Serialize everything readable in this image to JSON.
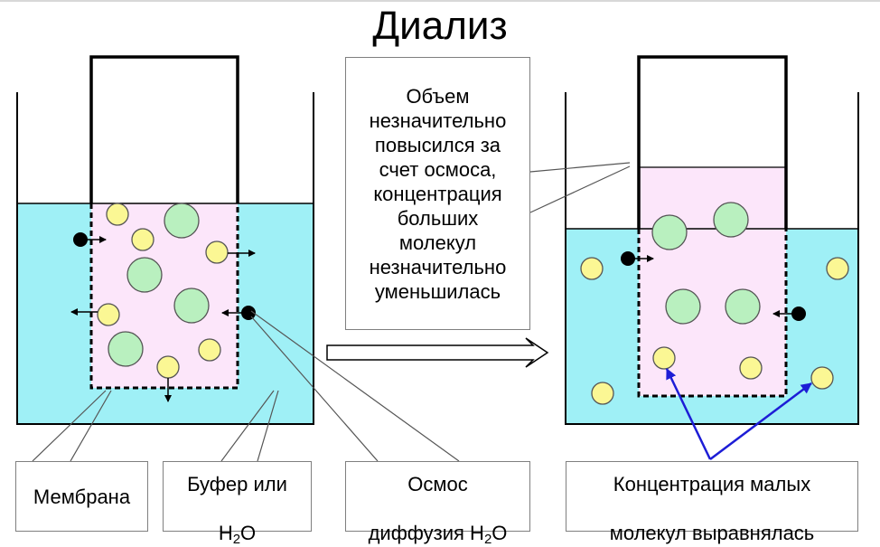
{
  "title": "Диализ",
  "note": "Объем\nнезначительно\nповысился за\nсчет осмоса,\nконцентрация\nбольших\nмолекул\nнезначительно\nуменьшилась",
  "labels": {
    "membrane": "Мембрана",
    "buffer_prefix": "Буфер или",
    "buffer_formula_pre": "H",
    "buffer_formula_sub": "2",
    "buffer_formula_post": "O",
    "osmosis_line1": "Осмос",
    "osmosis_line2_pre": "диффузия H",
    "osmosis_line2_sub": "2",
    "osmosis_line2_post": "O",
    "result_line1": "Концентрация малых",
    "result_line2": "молекул выравнялась"
  },
  "colors": {
    "buffer": "#9ff0f6",
    "sample": "#fce6fa",
    "large_molecule": "#b9f0bf",
    "small_molecule": "#fbf794",
    "water_molecule": "#000000",
    "pointer_arrow": "#1d1dd6",
    "box_border": "#7f7f7f"
  },
  "icons": {
    "membrane": "dashed-line",
    "large_molecule": "green-circle",
    "small_molecule": "yellow-circle",
    "water_molecule": "black-dot",
    "transition": "hollow-arrow-right"
  }
}
